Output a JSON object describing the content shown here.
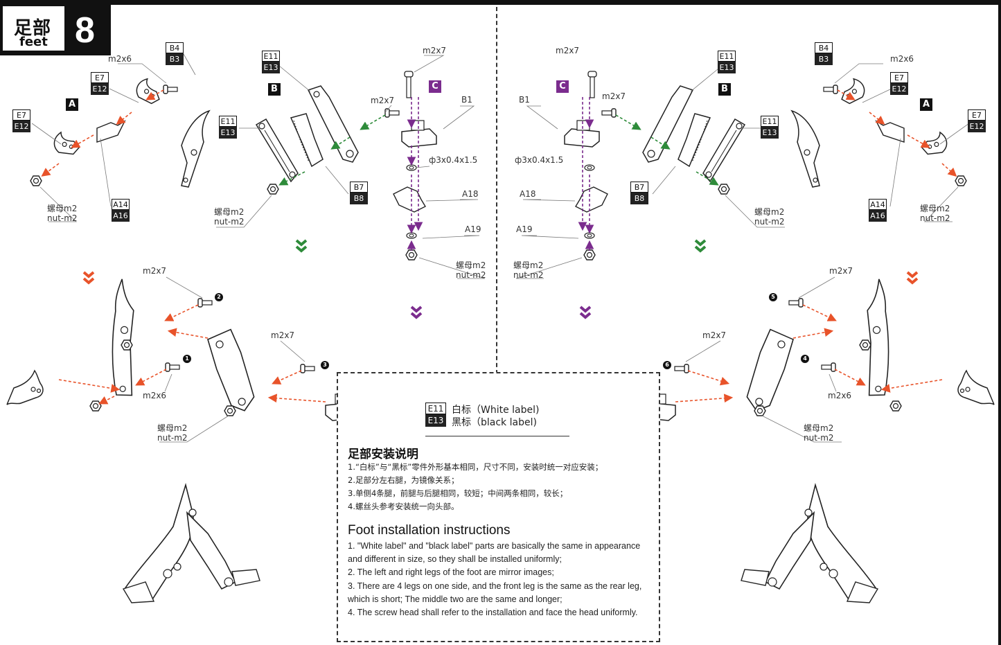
{
  "header": {
    "title_zh": "足部",
    "title_en": "feet",
    "step": "8"
  },
  "tags": {
    "b4_b3": [
      "B4",
      "B3"
    ],
    "e7_e12": [
      "E7",
      "E12"
    ],
    "a14_a16": [
      "A14",
      "A16"
    ],
    "e11_e13": [
      "E11",
      "E13"
    ],
    "b7_b8": [
      "B7",
      "B8"
    ]
  },
  "letters": {
    "a": "A",
    "b": "B",
    "c": "C"
  },
  "labels": {
    "m2x6": "m2x6",
    "m2x7": "m2x7",
    "washer": "ф3x0.4x1.5",
    "b1": "B1",
    "a18": "A18",
    "a19": "A19",
    "nut_zh": "螺母m2",
    "nut_en": "nut-m2"
  },
  "step_numbers": {
    "n1": "1",
    "n2": "2",
    "n3": "3",
    "n4": "4",
    "n5": "5",
    "n6": "6"
  },
  "legend": {
    "tag_white": "E11",
    "tag_black": "E13",
    "white_text": "白标（White label)",
    "black_text": "黑标（black label)"
  },
  "instructions_zh": {
    "title": "足部安装说明",
    "lines": [
      "1.“白标”与“黑标”零件外形基本相同，尺寸不同，安装时统一对应安装；",
      "2.足部分左右腿，为镜像关系；",
      "3.单侧4条腿，前腿与后腿相同，较短；中间两条相同，较长；",
      "4.螺丝头参考安装统一向头部。"
    ]
  },
  "instructions_en": {
    "title": "Foot installation instructions",
    "lines": [
      "1. \"White label\" and \"black label\" parts are basically the same in appearance and different in size, so they shall be installed uniformly;",
      "2. The left and right legs of the foot are mirror images;",
      "3. There are 4 legs on one side, and the front leg is the same as the rear leg, which is short; The middle two are the same and longer;",
      "4. The screw head shall refer to the installation and face the head uniformly."
    ]
  },
  "colors": {
    "orange": "#e8532a",
    "green": "#2e8b3a",
    "purple": "#7b2c8e",
    "ink": "#111111"
  }
}
